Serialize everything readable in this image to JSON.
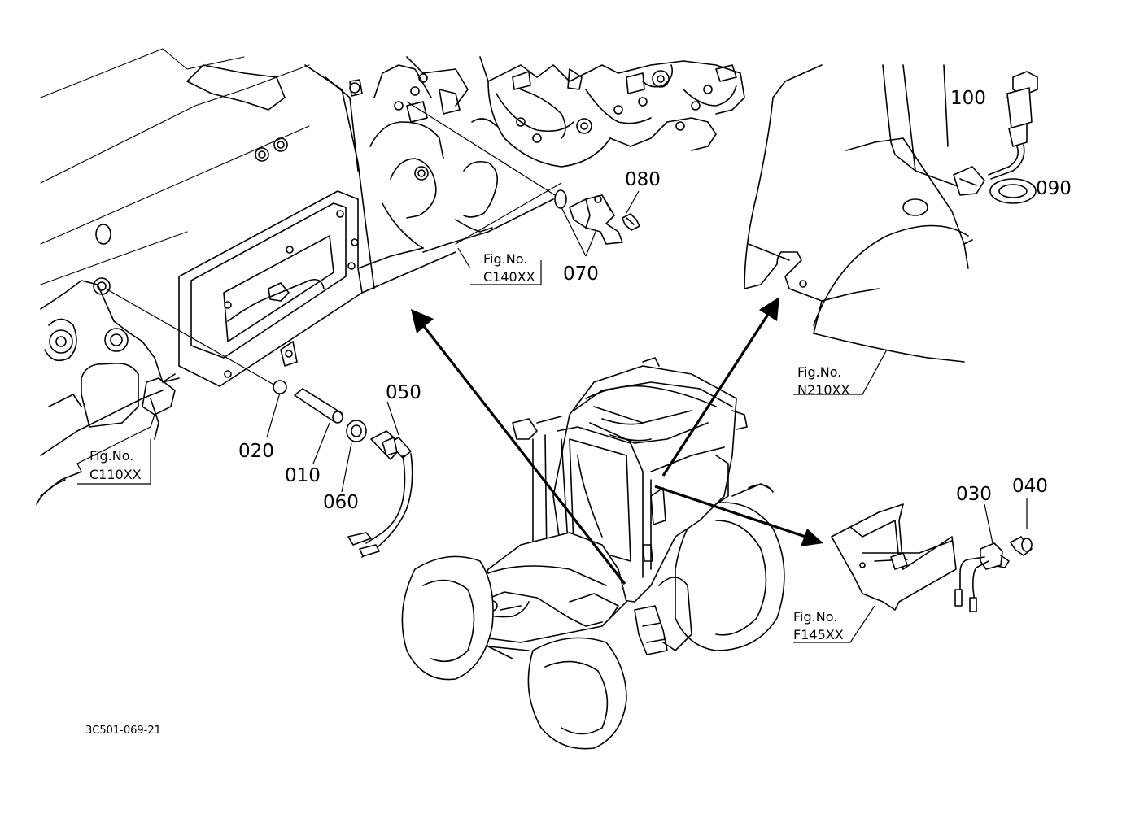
{
  "figure_refs": {
    "c110": {
      "line1": "Fig.No.",
      "line2": "C110XX"
    },
    "c140": {
      "line1": "Fig.No.",
      "line2": "C140XX"
    },
    "n210": {
      "line1": "Fig.No.",
      "line2": "N210XX"
    },
    "f145": {
      "line1": "Fig.No.",
      "line2": "F145XX"
    }
  },
  "part_numbers": {
    "p010": "010",
    "p020": "020",
    "p030": "030",
    "p040": "040",
    "p050": "050",
    "p060": "060",
    "p070": "070",
    "p080": "080",
    "p090": "090",
    "p100": "100"
  },
  "document_id": "3C501-069-21"
}
